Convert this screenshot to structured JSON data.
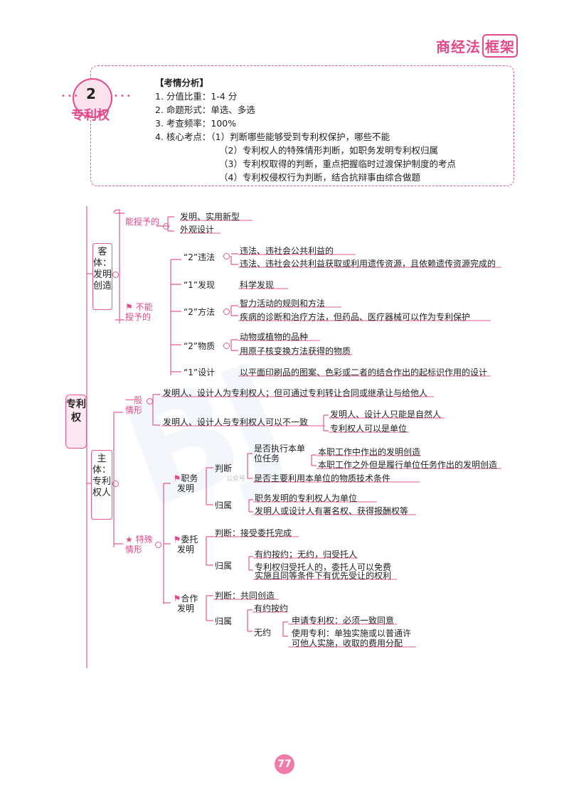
{
  "brand": {
    "text": "商经法",
    "box": "框架"
  },
  "section": {
    "number": "2",
    "title": "专利权"
  },
  "analysis": {
    "heading": "【考情分析】",
    "lines": [
      "1. 分值比重：1-4 分",
      "2. 命题形式：单选、多选",
      "3. 考查频率：100%",
      "4. 核心考点：（1）判断哪些能够受到专利权保护，哪些不能",
      "（2）专利权人的特殊情形判断，如职务发明专利权归属",
      "（3）专利权取得的判断，重点把握临时过渡保护制度的考点",
      "（4）专利权侵权行为判断，结合抗辩事由综合做题"
    ]
  },
  "tree": {
    "root": "专利权",
    "object": {
      "label": "客体：发明创造",
      "grantable": {
        "label": "能授予的",
        "items": [
          "发明、实用新型",
          "外观设计"
        ]
      },
      "not_grantable": {
        "label": "不能授予的",
        "groups": [
          {
            "label": "“2”违法",
            "items": [
              "违法、违社会公共利益的",
              "违法、违社会公共利益获取或利用遗传资源，且依赖遗传资源完成的"
            ]
          },
          {
            "label": "“1”发现",
            "items": [
              "科学发现"
            ]
          },
          {
            "label": "“2”方法",
            "items": [
              "智力活动的规则和方法",
              "疾病的诊断和治疗方法，但药品、医疗器械可以作为专利保护"
            ]
          },
          {
            "label": "“2”物质",
            "items": [
              "动物或植物的品种",
              "用原子核变换方法获得的物质"
            ]
          },
          {
            "label": "“1”设计",
            "items": [
              "以平面印刷品的图案、色彩或二者的结合作出的起标识作用的设计"
            ]
          }
        ]
      }
    },
    "subject": {
      "label": "主体：专利权人",
      "general": {
        "label": "一般情形",
        "line1": "发明人、设计人为专利权人；但可通过专利转让合同或继承让与给他人",
        "line2": "发明人、设计人与专利权人可以不一致",
        "line2_items": [
          "发明人、设计人只能是自然人",
          "专利权人可以是单位"
        ]
      },
      "special": {
        "label": "特殊情形",
        "service": {
          "label": "职务发明",
          "judge": "判断",
          "task": "是否执行本单位任务",
          "task_items": [
            "本职工作中作出的发明创造",
            "本职工作之外但是履行单位任务作出的发明创造"
          ],
          "material": "是否主要利用本单位的物质技术条件",
          "owner": "归属",
          "owner_items": [
            "职务发明的专利权人为单位",
            "发明人或设计人有署名权、获得报酬权等"
          ]
        },
        "commission": {
          "label": "委托发明",
          "judge": "判断：接受委托完成",
          "owner": "归属",
          "owner_items": [
            "有约按约；无约，归受托人",
            "专利权归受托人的，委托人可以免费",
            "实施且同等条件下有优先受让的权利"
          ]
        },
        "cooperation": {
          "label": "合作发明",
          "judge": "判断：共同创造",
          "owner": "归属",
          "agreed": "有约按约",
          "none": "无约",
          "none_items": [
            "申请专利权：必须一致同意",
            "使用专利：单独实施或以普通许",
            "可他人实施，收取的费用分配"
          ]
        }
      }
    }
  },
  "watermark": "BJ",
  "gzh": "公众号",
  "page_number": "77",
  "colors": {
    "accent": "#e44a8b",
    "line": "#e15a95",
    "pale": "#fde7f0"
  }
}
